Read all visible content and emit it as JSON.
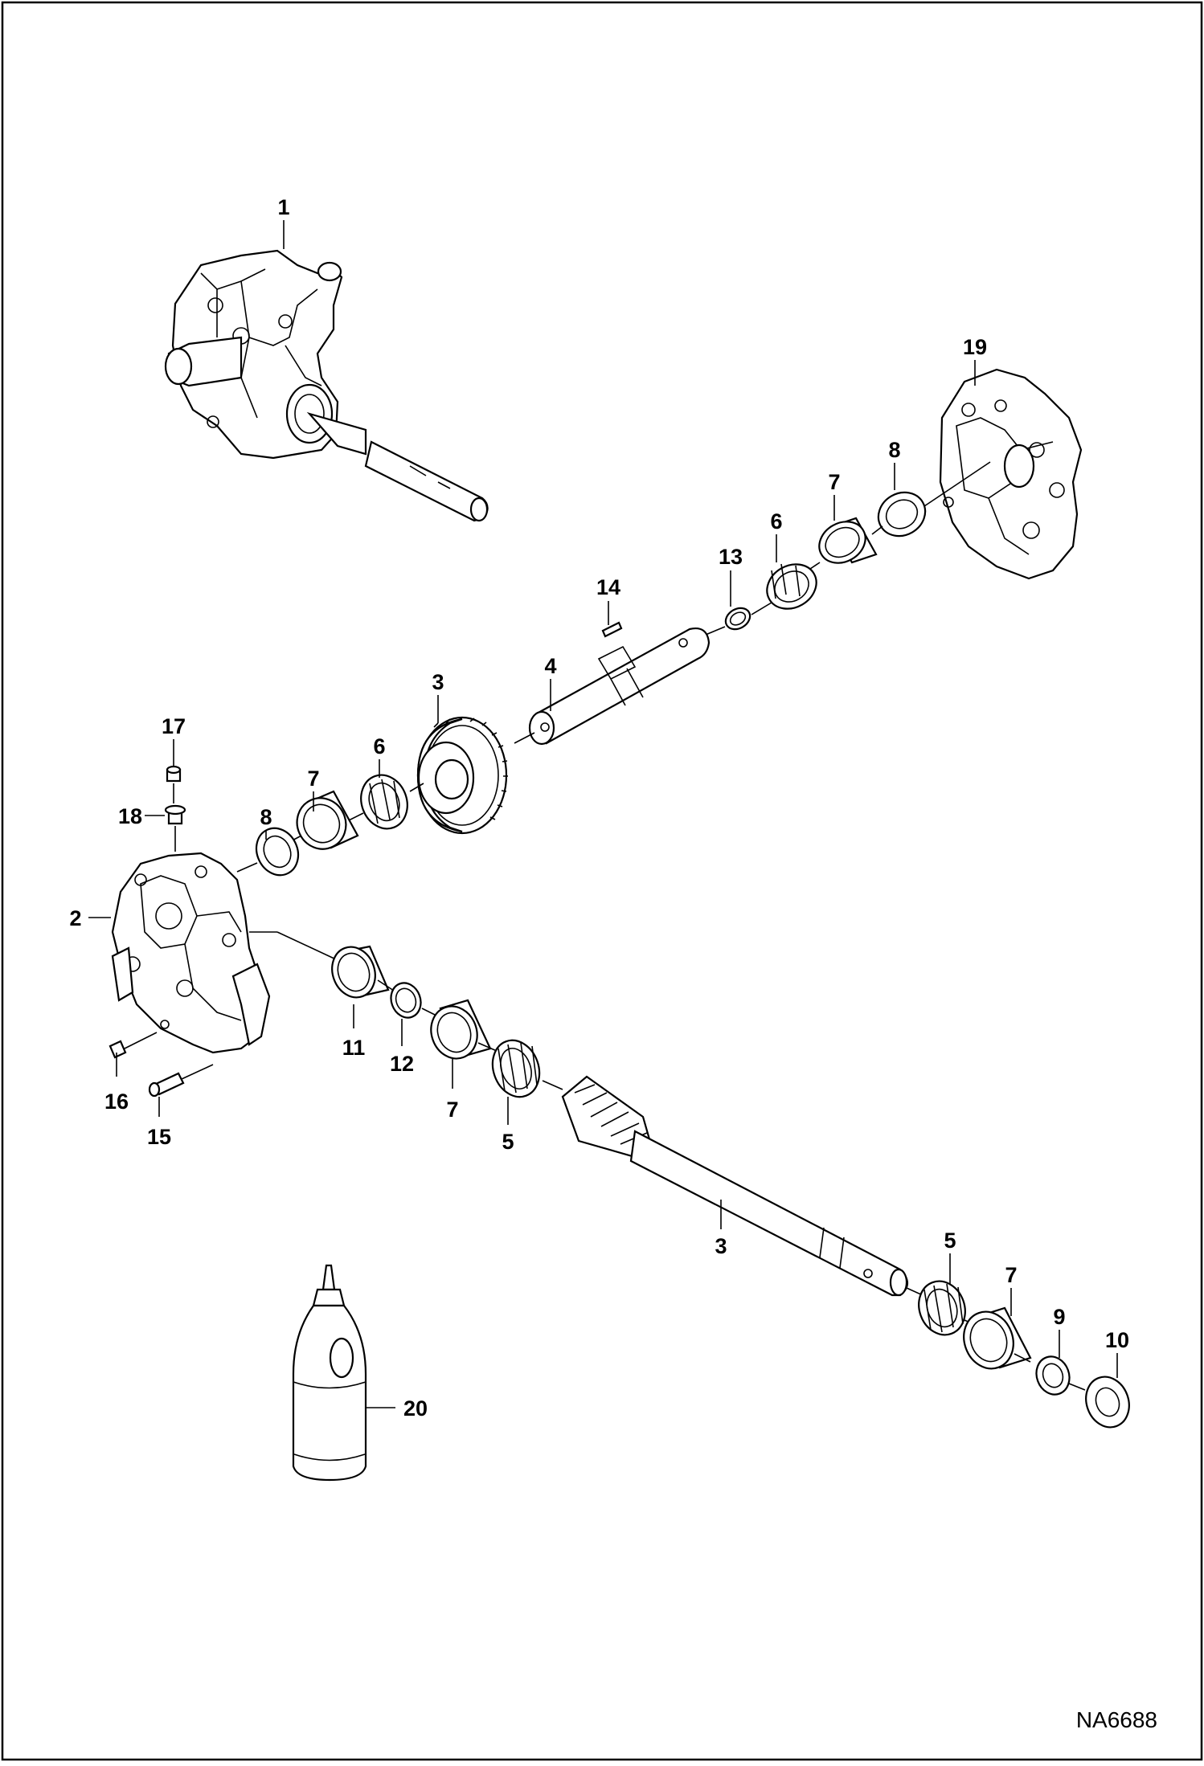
{
  "drawing_id": "NA6688",
  "callouts": {
    "c1": "1",
    "c2": "2",
    "c3a": "3",
    "c3b": "3",
    "c4": "4",
    "c5a": "5",
    "c5b": "5",
    "c6a": "6",
    "c6b": "6",
    "c7a": "7",
    "c7b": "7",
    "c7c": "7",
    "c7d": "7",
    "c8a": "8",
    "c8b": "8",
    "c9": "9",
    "c10": "10",
    "c11": "11",
    "c12": "12",
    "c13": "13",
    "c14": "14",
    "c15": "15",
    "c16": "16",
    "c17": "17",
    "c18": "18",
    "c19": "19",
    "c20": "20"
  }
}
